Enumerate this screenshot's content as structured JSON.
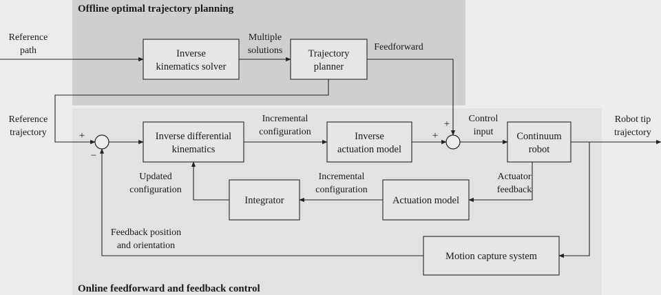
{
  "regions": {
    "offline_title": "Offline optimal trajectory planning",
    "online_title": "Online feedforward and feedback control"
  },
  "blocks": {
    "ik_solver": [
      "Inverse",
      "kinematics solver"
    ],
    "traj_planner": [
      "Trajectory",
      "planner"
    ],
    "inv_diff_kin": [
      "Inverse differential",
      "kinematics"
    ],
    "inv_act_model": [
      "Inverse",
      "actuation model"
    ],
    "continuum_robot": [
      "Continuum",
      "robot"
    ],
    "integrator": [
      "Integrator"
    ],
    "actuation_model": [
      "Actuation model"
    ],
    "motion_capture": [
      "Motion capture system"
    ]
  },
  "labels": {
    "reference_path": [
      "Reference",
      "path"
    ],
    "multiple_solutions": [
      "Multiple",
      "solutions"
    ],
    "feedforward": [
      "Feedforward"
    ],
    "reference_trajectory": [
      "Reference",
      "trajectory"
    ],
    "incremental_config_top": [
      "Incremental",
      "configuration"
    ],
    "control_input": [
      "Control",
      "input"
    ],
    "robot_tip_trajectory": [
      "Robot tip",
      "trajectory"
    ],
    "updated_configuration": [
      "Updated",
      "configuration"
    ],
    "incremental_config_bottom": [
      "Incremental",
      "configuration"
    ],
    "actuator_feedback": [
      "Actuator",
      "feedback"
    ],
    "feedback_pos_orient": [
      "Feedback position",
      "and orientation"
    ]
  },
  "signs": {
    "sum1_plus": "+",
    "sum1_minus": "−",
    "sum2_plus_left": "+",
    "sum2_plus_top": "+"
  }
}
